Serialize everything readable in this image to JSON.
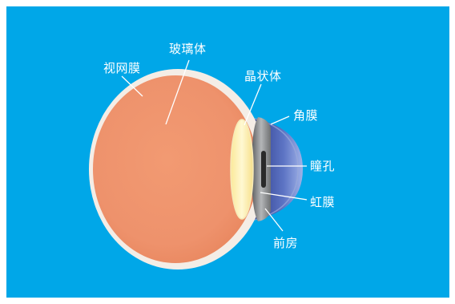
{
  "diagram": {
    "labels": {
      "retina": "视网膜",
      "vitreous": "玻璃体",
      "lens": "晶状体",
      "cornea": "角膜",
      "pupil": "瞳孔",
      "iris": "虹膜",
      "anterior_chamber": "前房"
    },
    "colors": {
      "background": "#00a7e8",
      "eyeball": "#f0956f",
      "sclera": "#f4ede6",
      "lens": "#fdf0b0",
      "cornea": "#5a6fb5",
      "iris": "#8a8c8e",
      "pupil": "#2a2a2a",
      "label_text": "#ffffff",
      "leader_lines": "#ffffff"
    }
  }
}
